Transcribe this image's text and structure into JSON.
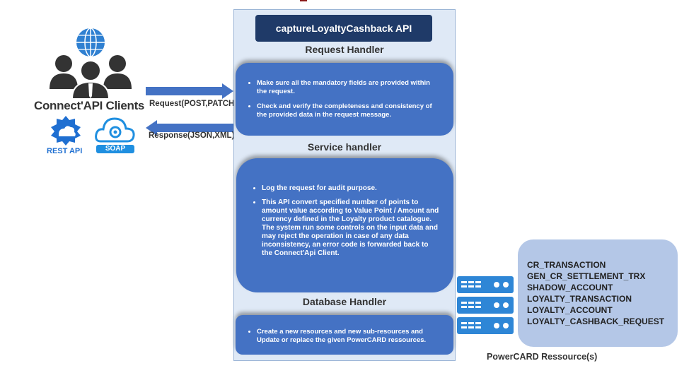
{
  "clients": {
    "title": "Connect'API Clients",
    "rest_label": "REST API",
    "soap_label": "SOAP"
  },
  "arrows": {
    "request_label": "Request(POST,PATCH)",
    "response_label": "Response(JSON,XML)"
  },
  "api": {
    "title": "captureLoyaltyCashback API",
    "request_handler": {
      "title": "Request Handler",
      "items": [
        "Make sure all the mandatory fields are provided within the request.",
        "Check and verify the completeness and consistency of the provided data in the request message."
      ]
    },
    "service_handler": {
      "title": "Service handler",
      "items": [
        "Log the request for audit purpose.",
        "This API convert specified number of points to amount value according to Value Point / Amount and currency defined in the Loyalty product catalogue. The system run some controls on the input data and may reject the operation in case of any data inconsistency, an error code is forwarded back to the Connect'Api Client."
      ]
    },
    "database_handler": {
      "title": "Database Handler",
      "items": [
        "Create a new resources and new sub-resources and Update or replace the given PowerCARD ressources."
      ]
    }
  },
  "resources": {
    "label": "PowerCARD Ressource(s)",
    "tables": [
      "CR_TRANSACTION",
      "GEN_CR_SETTLEMENT_TRX",
      "SHADOW_ACCOUNT",
      "LOYALTY_TRANSACTION",
      "LOYALTY_ACCOUNT",
      "LOYALTY_CASHBACK_REQUEST"
    ]
  },
  "colors": {
    "navy": "#1f3a68",
    "box_blue": "#4472c4",
    "panel_bg": "#dfe9f6",
    "resource_bg": "#b4c7e7",
    "server_blue": "#2e86d6"
  }
}
